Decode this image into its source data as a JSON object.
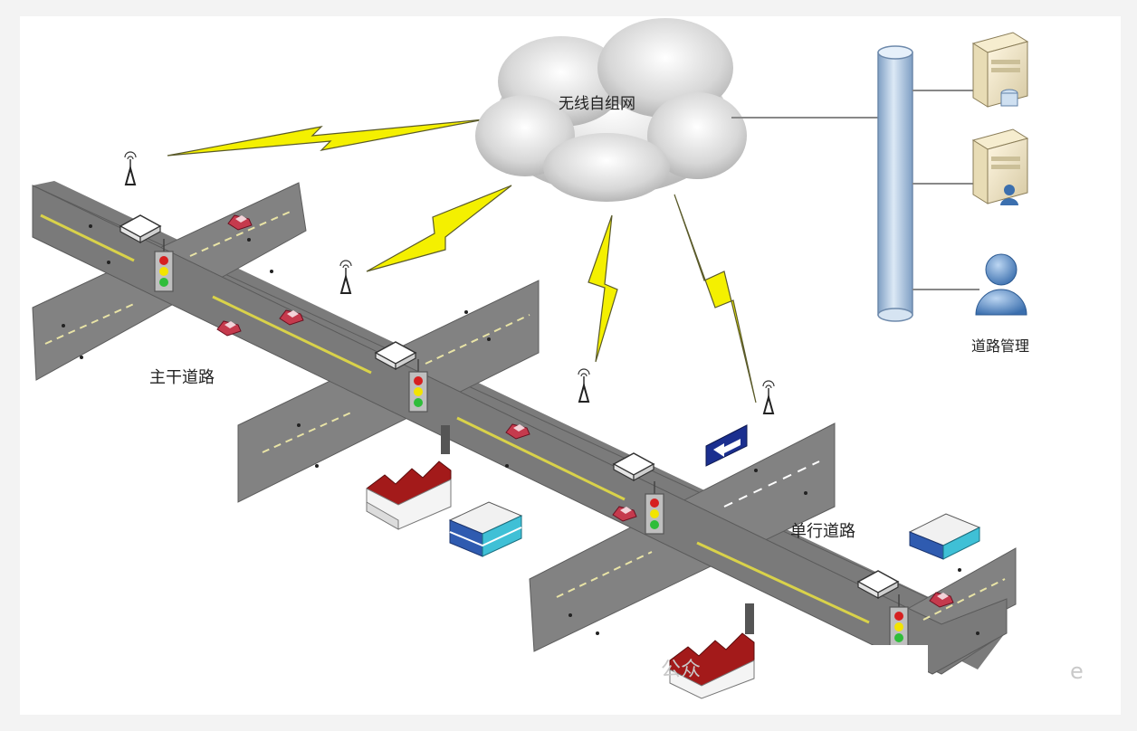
{
  "labels": {
    "cloud": "无线自组网",
    "main_road": "主干道路",
    "one_way_road": "单行道路",
    "road_management": "道路管理"
  },
  "watermark": {
    "left": "公众",
    "right": "e"
  },
  "colors": {
    "road": "#7b7b7b",
    "road_edge": "#5a5a5a",
    "lane_line": "#d9d24a",
    "lightning": "#f4f000",
    "pipe": "#a9c4e0",
    "signal_red": "#d62020",
    "signal_yellow": "#f2e400",
    "signal_green": "#2fbd3a",
    "factory_roof": "#a31a1a",
    "building_blue": "#2f5bb0"
  },
  "icons": [
    "cloud-icon",
    "antenna-icon",
    "lightning-icon",
    "server-icon",
    "user-icon",
    "traffic-light-icon",
    "wireless-node-icon",
    "car-icon",
    "factory-icon",
    "building-icon",
    "one-way-arrow-icon"
  ]
}
